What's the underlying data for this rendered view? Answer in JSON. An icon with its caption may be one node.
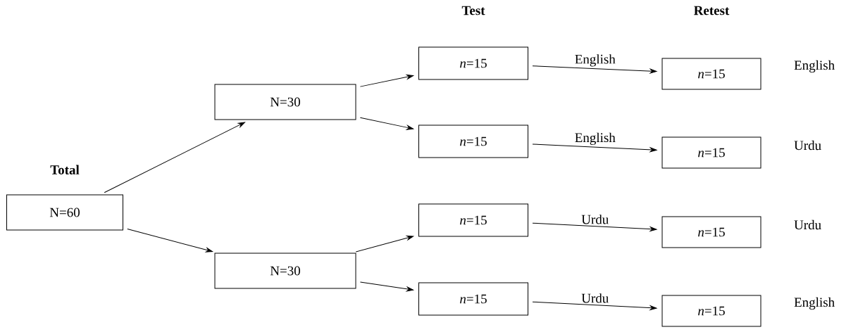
{
  "diagram": {
    "nodes": [
      {
        "text": [
          "Total",
          "N=60"
        ]
      },
      {
        "text": [
          "N=30"
        ]
      },
      {
        "text": [
          "N=30"
        ]
      },
      {
        "text": [
          "*n*=15"
        ]
      },
      {
        "text": [
          "*n*=15"
        ]
      },
      {
        "text": [
          "*n*=15"
        ]
      },
      {
        "text": [
          "*n*=15"
        ]
      },
      {
        "text": [
          "*n*=15"
        ],
        "beside": [
          "English"
        ]
      },
      {
        "text": [
          "*n*=15"
        ],
        "beside": [
          "Urdu"
        ]
      },
      {
        "text": [
          "*n*=15"
        ],
        "beside": [
          "Urdu"
        ]
      },
      {
        "text": [
          "*n*=15"
        ],
        "beside": [
          "English"
        ]
      }
    ],
    "edges": [
      {
        "from": 0,
        "to": 1,
        "arrow": "to"
      },
      {
        "from": 0,
        "to": 2,
        "arrow": "to"
      },
      {
        "from": 1,
        "to": 3,
        "arrow": "to"
      },
      {
        "from": 1,
        "to": 4,
        "arrow": "to"
      },
      {
        "from": 2,
        "to": 5,
        "arrow": "to"
      },
      {
        "from": 2,
        "to": 6,
        "arrow": "to"
      },
      {
        "from": 3,
        "to": 7,
        "label": "English",
        "arrow": "to"
      },
      {
        "from": 4,
        "to": 8,
        "label": "English",
        "arrow": "to"
      },
      {
        "from": 5,
        "to": 9,
        "label": "Urdu",
        "arrow": "to"
      },
      {
        "from": 6,
        "to": 10,
        "label": "Urdu",
        "arrow": "to"
      }
    ],
    "labels": [
      "Test",
      "Retest"
    ]
  }
}
